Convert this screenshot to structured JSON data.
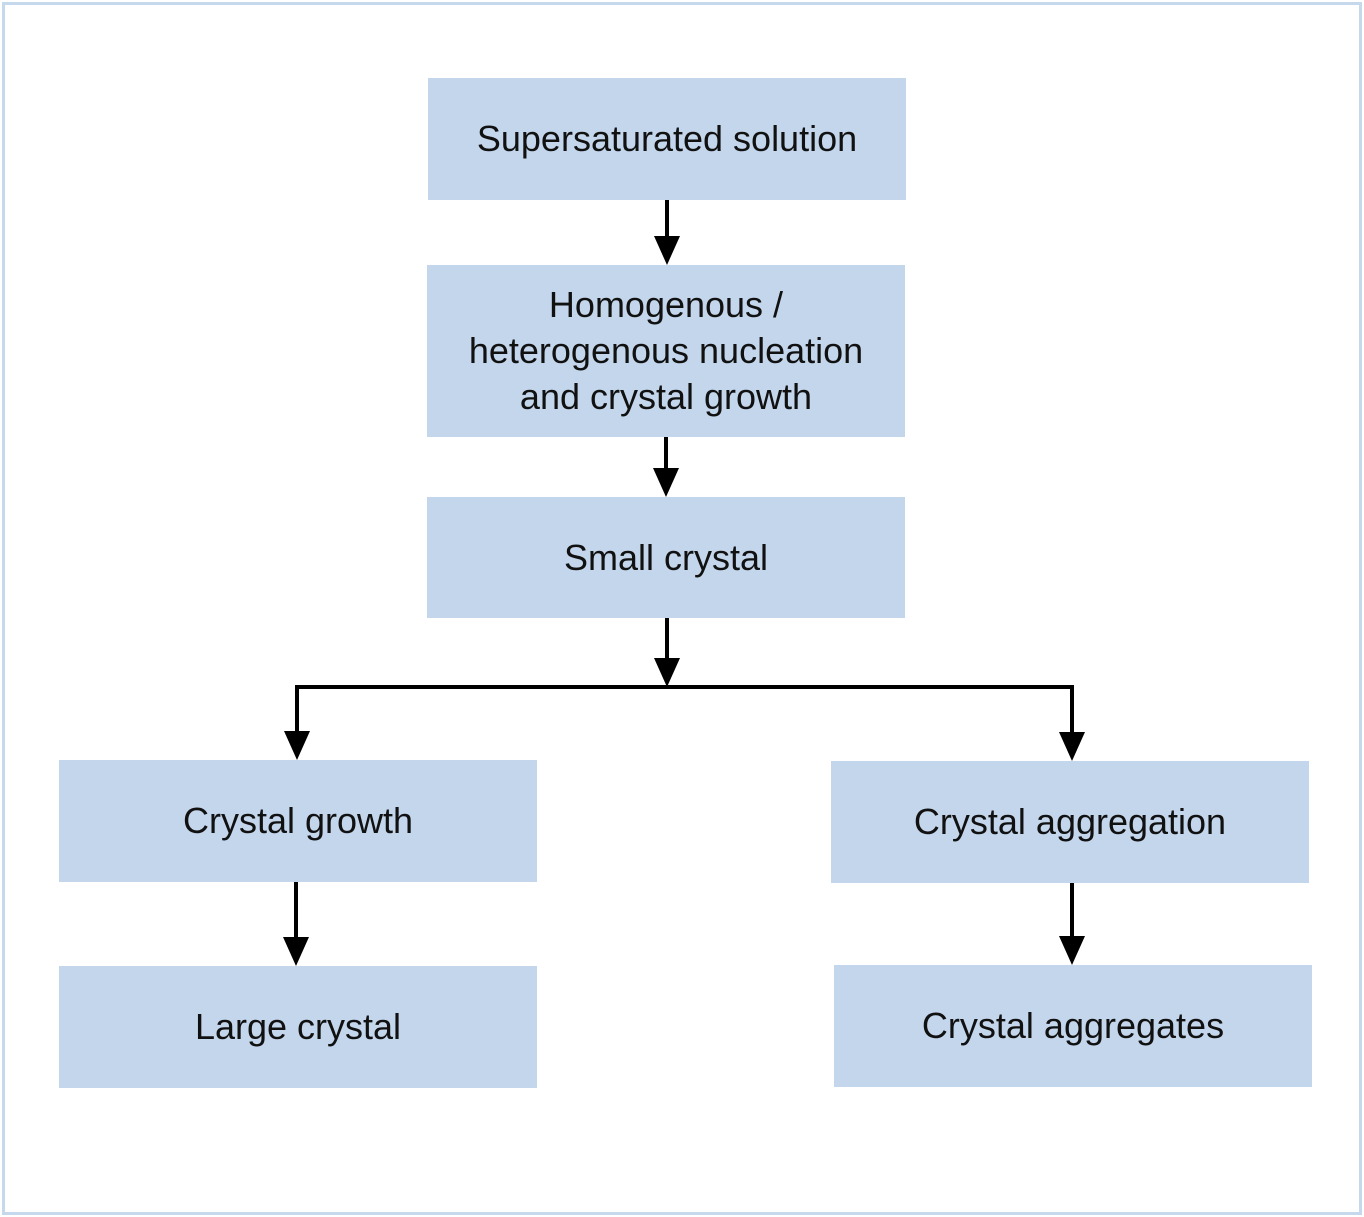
{
  "diagram": {
    "nodes": {
      "supersaturated": "Supersaturated solution",
      "nucleation": "Homogenous / heterogenous nucleation and crystal growth",
      "small_crystal": "Small crystal",
      "crystal_growth": "Crystal growth",
      "crystal_aggregation": "Crystal aggregation",
      "large_crystal": "Large crystal",
      "crystal_aggregates": "Crystal aggregates"
    },
    "edges": [
      {
        "from": "supersaturated",
        "to": "nucleation"
      },
      {
        "from": "nucleation",
        "to": "small_crystal"
      },
      {
        "from": "small_crystal",
        "to": "crystal_growth"
      },
      {
        "from": "small_crystal",
        "to": "crystal_aggregation"
      },
      {
        "from": "crystal_growth",
        "to": "large_crystal"
      },
      {
        "from": "crystal_aggregation",
        "to": "crystal_aggregates"
      }
    ],
    "colors": {
      "box_fill": "#c3d6ec",
      "frame_border": "#c5d8ec",
      "arrow": "#000000",
      "text": "#111111"
    }
  }
}
